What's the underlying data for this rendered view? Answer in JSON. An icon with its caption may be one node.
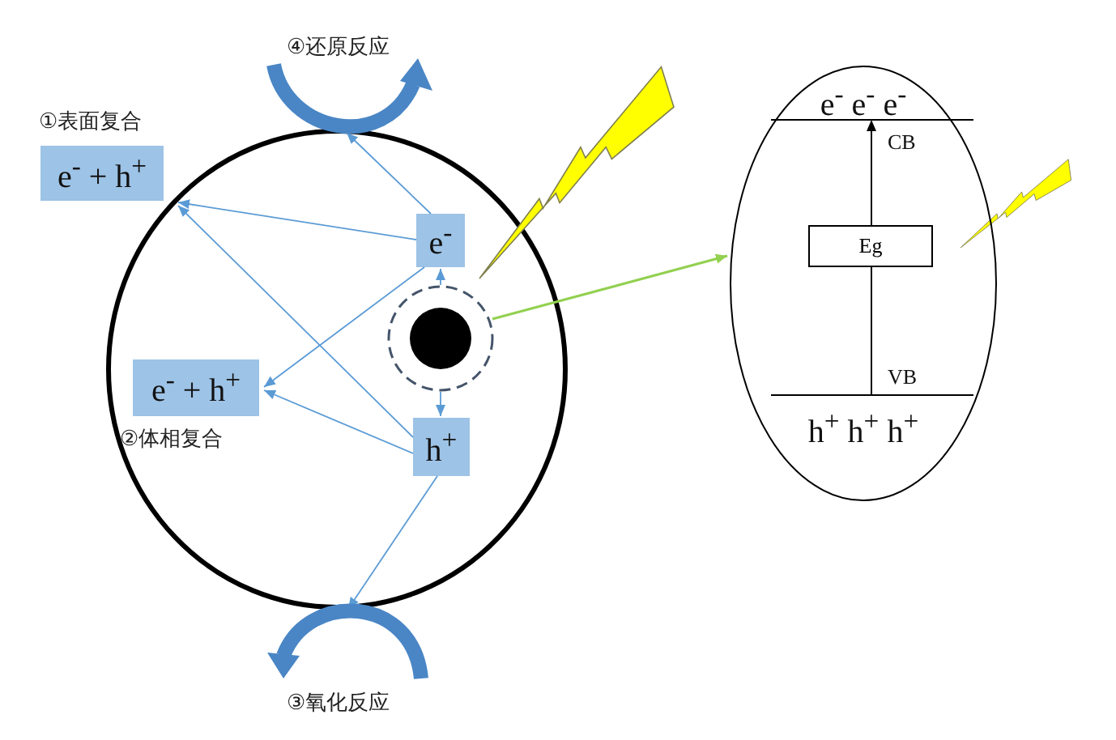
{
  "diagram": {
    "nodes": [
      {
        "text": [],
        "shape": "circle"
      },
      {
        "text": [
          "①表面复合",
          "e$^{-}$ + h$^{+}$"
        ]
      },
      {
        "text": [
          "e$^{-}$"
        ],
        "in": 0
      },
      {
        "text": [],
        "shape": "circle",
        "in": 0
      },
      {
        "text": [
          "e$^{-}$ + h$^{+}$",
          "②体相复合"
        ],
        "in": 0
      },
      {
        "text": [
          "h$^{+}$"
        ],
        "in": 0
      },
      {
        "text": [
          "④还原反应"
        ]
      },
      {
        "text": [
          "③氧化反应"
        ]
      },
      {
        "text": [
          "e$^{-}$ e$^{-}$ e$^{-}$",
          "CB",
          "VB",
          "h$^{+}$ h$^{+}$ h$^{+}$"
        ]
      },
      {
        "text": [
          "Eg"
        ],
        "in": 8
      }
    ],
    "edges": [
      {
        "from": 3,
        "to": 2,
        "arrow": "to"
      },
      {
        "from": 3,
        "to": 5,
        "arrow": "to"
      },
      {
        "from": 2,
        "to": 0,
        "arrow": "to"
      },
      {
        "from": 5,
        "to": 0,
        "arrow": "to"
      },
      {
        "from": 2,
        "to": 4,
        "arrow": "to"
      },
      {
        "from": 5,
        "to": 4,
        "arrow": "to"
      },
      {
        "from": 2,
        "to": 6,
        "arrow": "to"
      },
      {
        "from": 5,
        "to": 7,
        "arrow": "to"
      },
      {
        "from": 3,
        "to": 8,
        "arrow": "to",
        "color": "#92d050"
      }
    ]
  }
}
